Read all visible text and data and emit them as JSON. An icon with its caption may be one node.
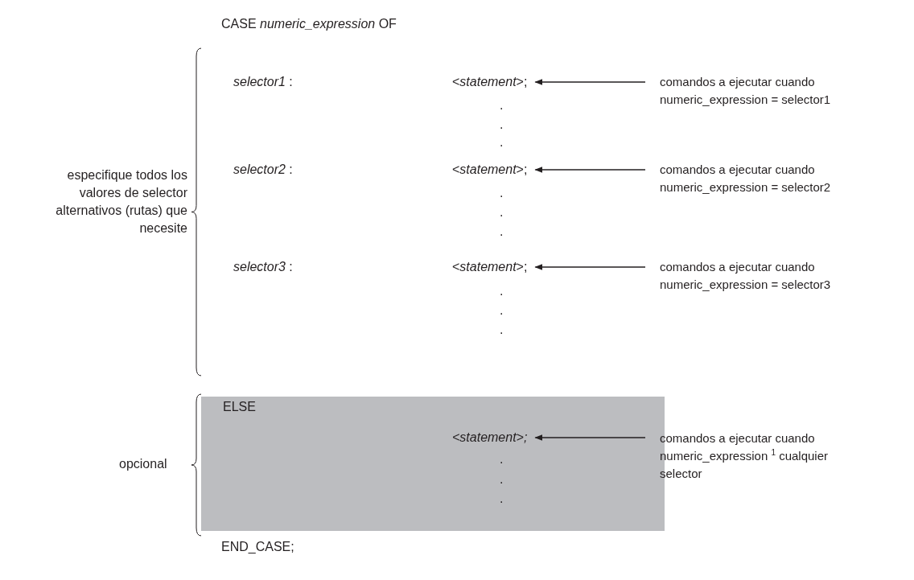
{
  "diagram": {
    "nodes": [
      {
        "text": [
          "<*statement*>;"
        ]
      },
      {
        "text": [
          "comandos a ejecutar cuando numeric_expression = selector1"
        ]
      },
      {
        "text": [
          "<*statement*>;"
        ]
      },
      {
        "text": [
          "comandos a ejecutar cuando numeric_expression = selector2"
        ]
      },
      {
        "text": [
          "<*statement*>;"
        ]
      },
      {
        "text": [
          "comandos a ejecutar cuando numeric_expression = selector3"
        ]
      },
      {
        "text": [
          "ELSE"
        ]
      },
      {
        "text": [
          "*<statement>;*"
        ],
        "in": 6
      },
      {
        "text": [
          "comandos a ejecutar cuando numeric_expression $^{1}$ cualquier selector"
        ]
      }
    ],
    "edges": [
      {
        "from": 1,
        "to": 0,
        "arrow": "to"
      },
      {
        "from": 3,
        "to": 2,
        "arrow": "to"
      },
      {
        "from": 5,
        "to": 4,
        "arrow": "to"
      },
      {
        "from": 8,
        "to": 7,
        "arrow": "to"
      }
    ],
    "labels": [
      "CASE *numeric_expression* OF",
      "*selector1* :",
      ".",
      ".",
      ".",
      "*selector2* :",
      "especifique todos los valores de selector alternativos (rutas) que necesite",
      ".",
      ".",
      ".",
      "*selector3* :",
      ".",
      ".",
      ".",
      "opcional",
      ".",
      ".",
      ".",
      "END_CASE;"
    ]
  }
}
